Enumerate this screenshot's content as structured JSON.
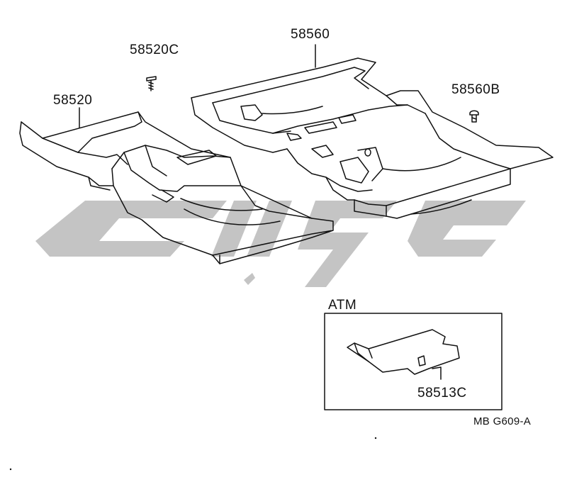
{
  "parts": {
    "p58560": "58560",
    "p58520c": "58520C",
    "p58520": "58520",
    "p58560b": "58560B",
    "p58513c": "58513C"
  },
  "inset": {
    "title": "ATM"
  },
  "diagram_code": "MB G609-A",
  "colors": {
    "line": "#111111",
    "watermark": "#c4c4c4",
    "background": "#ffffff"
  }
}
